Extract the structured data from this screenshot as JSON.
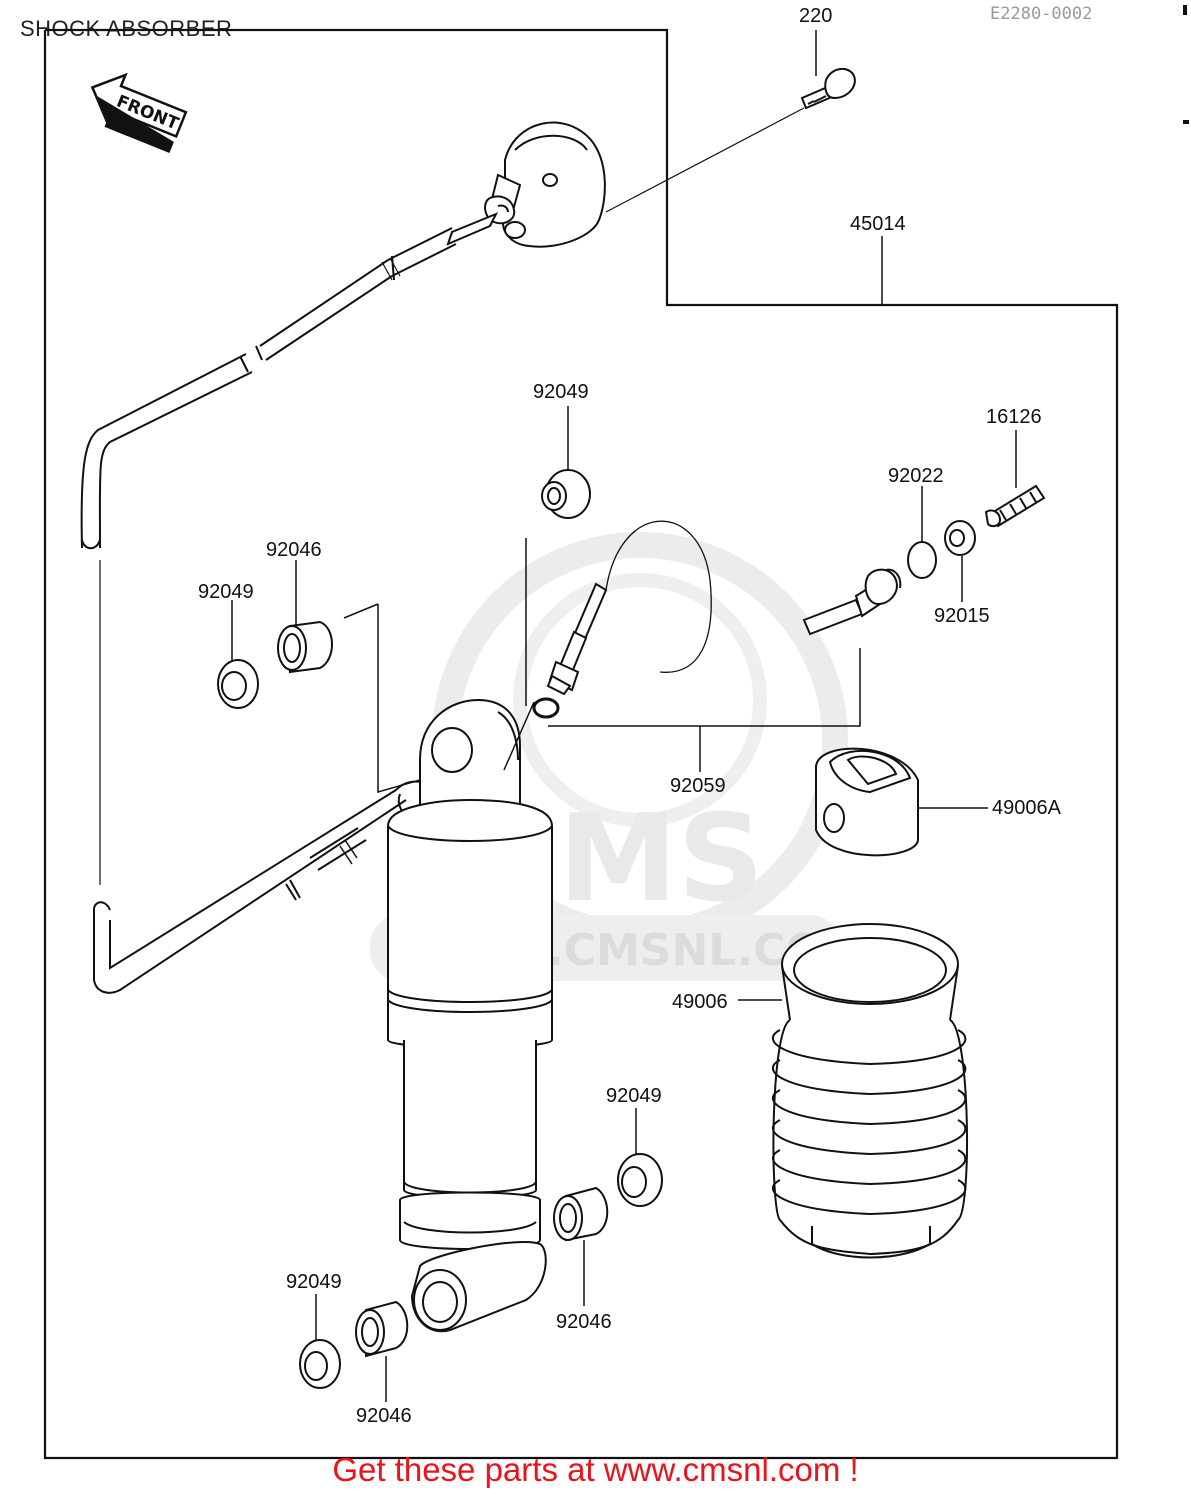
{
  "header": {
    "title": "SHOCK ABSORBER",
    "ref_code": "E2280-0002"
  },
  "front_arrow": {
    "label": "FRONT"
  },
  "watermark": {
    "brand": "CMS",
    "url": "WWW.CMSNL.COM"
  },
  "parts": [
    {
      "number": "220"
    },
    {
      "number": "45014"
    },
    {
      "number": "92049"
    },
    {
      "number": "16126"
    },
    {
      "number": "92022"
    },
    {
      "number": "92046"
    },
    {
      "number": "92049"
    },
    {
      "number": "92015"
    },
    {
      "number": "92059"
    },
    {
      "number": "49006A"
    },
    {
      "number": "49006"
    },
    {
      "number": "92049"
    },
    {
      "number": "92049"
    },
    {
      "number": "92046"
    },
    {
      "number": "92046"
    }
  ],
  "footer": {
    "promo": "Get these parts at www.cmsnl.com !"
  },
  "colors": {
    "promo": "#e8141b",
    "line": "#111111",
    "watermark": "#e9e9e9"
  }
}
